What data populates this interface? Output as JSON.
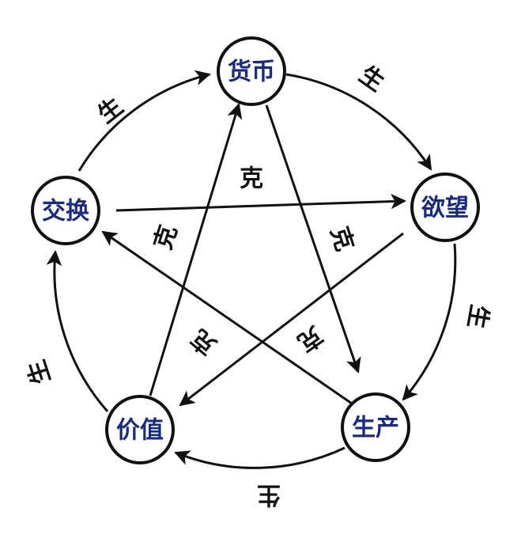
{
  "nodes": {
    "currency": "货币",
    "desire": "欲望",
    "production": "生产",
    "value": "价值",
    "exchange": "交换"
  },
  "relations": {
    "generate": "生",
    "restrain": "克"
  },
  "colors": {
    "node_text": "#1c2a7a",
    "line": "#111111"
  }
}
